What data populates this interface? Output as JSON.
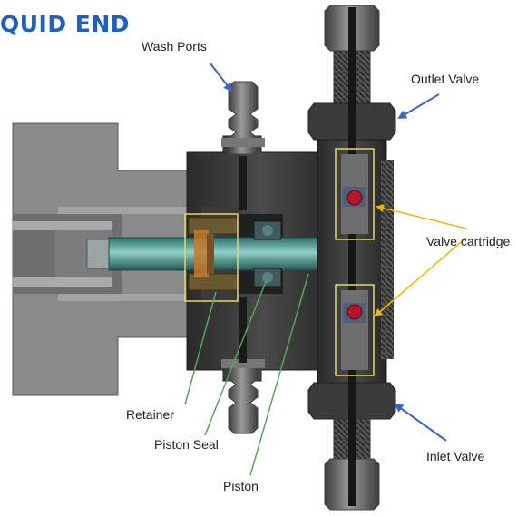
{
  "header": {
    "title": "QUID END"
  },
  "labels": {
    "wash_ports": "Wash Ports",
    "outlet_valve": "Outlet Valve",
    "valve_cartridge": "Valve cartridge",
    "inlet_valve": "Inlet Valve",
    "retainer": "Retainer",
    "piston_seal": "Piston Seal",
    "piston": "Piston"
  },
  "colors": {
    "title": "#1f5fbf",
    "blue_arrow": "#3a66c4",
    "yellow_pointer": "#f2b400",
    "green_pointer": "#5aa35a",
    "check_ball": "#b0182a",
    "frame": "#e8d85a"
  }
}
